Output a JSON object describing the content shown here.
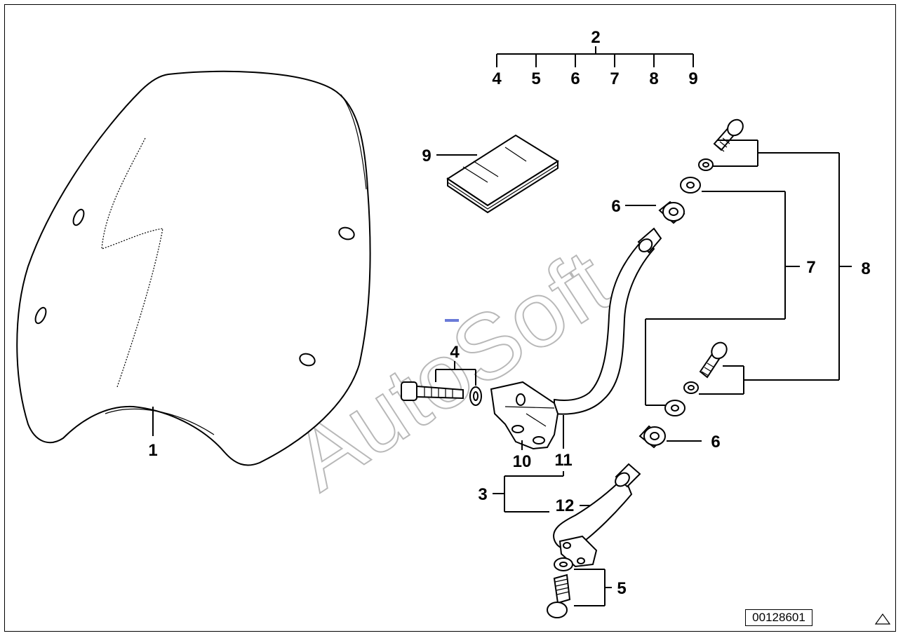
{
  "diagram": {
    "watermark": "AutoSoft",
    "diagram_id": "00128601",
    "callouts": {
      "c1": "1",
      "c2": "2",
      "c2_4": "4",
      "c2_5": "5",
      "c2_6": "6",
      "c2_7": "7",
      "c2_8": "8",
      "c2_9": "9",
      "c9": "9",
      "c6_top": "6",
      "c6_bottom": "6",
      "c7": "7",
      "c8": "8",
      "c4": "4",
      "c10": "10",
      "c11": "11",
      "c3": "3",
      "c12": "12",
      "c5": "5"
    },
    "colors": {
      "line": "#000000",
      "watermark": "#b8b8b8",
      "accent": "#6a7bd8"
    }
  }
}
